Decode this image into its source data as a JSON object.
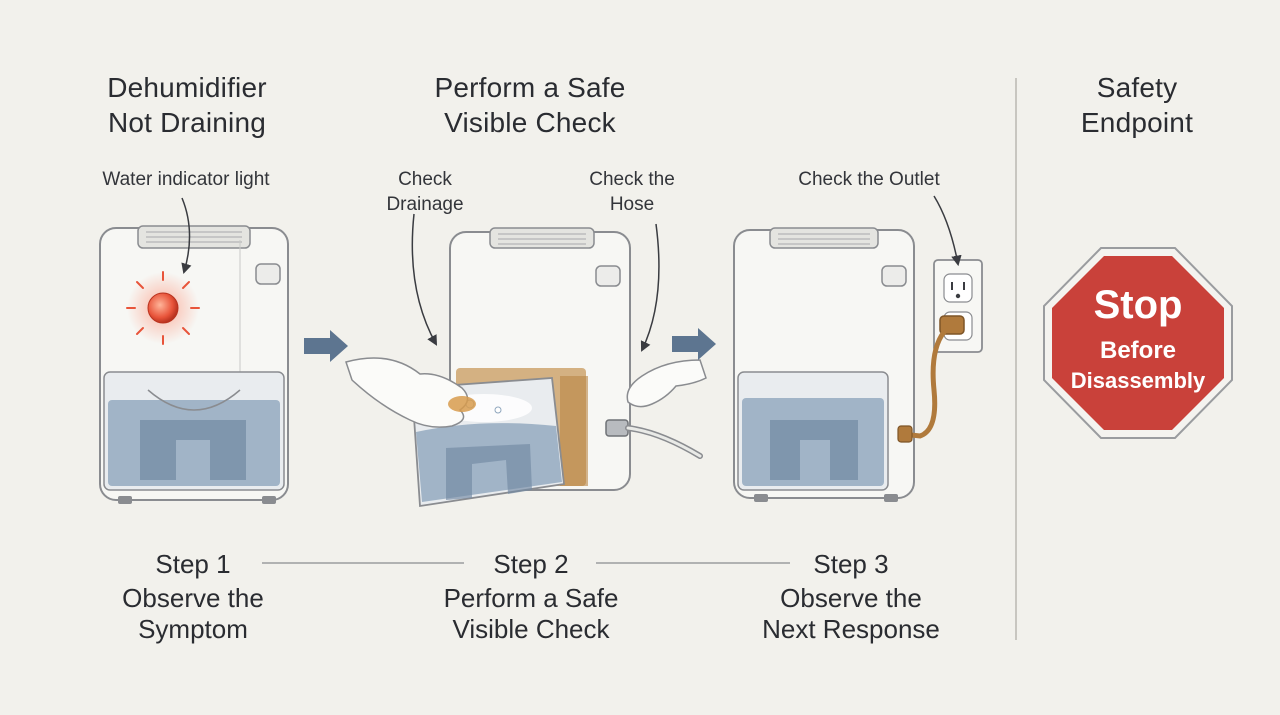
{
  "sections": {
    "symptom_title_line1": "Dehumidifier",
    "symptom_title_line2": "Not Draining",
    "check_title_line1": "Perform a Safe",
    "check_title_line2": "Visible Check",
    "safety_title_line1": "Safety",
    "safety_title_line2": "Endpoint"
  },
  "callouts": {
    "water_light": "Water indicator light",
    "drainage_line1": "Check",
    "drainage_line2": "Drainage",
    "hose_line1": "Check the",
    "hose_line2": "Hose",
    "outlet": "Check the Outlet"
  },
  "steps": [
    {
      "number": "Step 1",
      "desc_line1": "Observe the",
      "desc_line2": "Symptom"
    },
    {
      "number": "Step 2",
      "desc_line1": "Perform a Safe",
      "desc_line2": "Visible Check"
    },
    {
      "number": "Step 3",
      "desc_line1": "Observe the",
      "desc_line2": "Next Response"
    }
  ],
  "stop_sign": {
    "line1": "Stop",
    "line2": "Before",
    "line3": "Disassembly",
    "color": "#c9413a"
  },
  "colors": {
    "arrow": "#5d7590",
    "water": "#8fa6bd",
    "indicator": "#e8543a",
    "cord": "#b07a3c"
  }
}
